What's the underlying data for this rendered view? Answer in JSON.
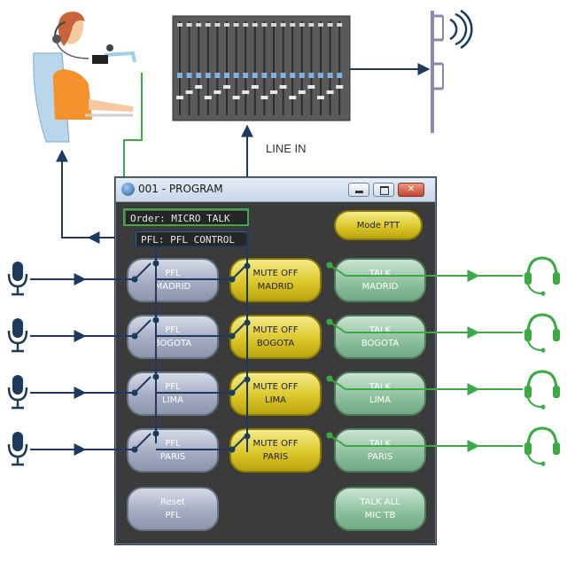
{
  "diagram": {
    "line_in_label": "LINE IN",
    "window": {
      "title": "001 - PROGRAM",
      "close_glyph": "✕",
      "order_text": "Order: MICRO TALK",
      "pfl_text": "PFL: PFL CONTROL",
      "mode_button": "Mode PTT",
      "channels": [
        {
          "pfl": [
            "PFL",
            "MADRID"
          ],
          "mute": [
            "MUTE OFF",
            "MADRID"
          ],
          "talk": [
            "TALK",
            "MADRID"
          ]
        },
        {
          "pfl": [
            "PFL",
            "BOGOTA"
          ],
          "mute": [
            "MUTE OFF",
            "BOGOTA"
          ],
          "talk": [
            "TALK",
            "BOGOTA"
          ]
        },
        {
          "pfl": [
            "PFL",
            "LIMA"
          ],
          "mute": [
            "MUTE OFF",
            "LIMA"
          ],
          "talk": [
            "TALK",
            "LIMA"
          ]
        },
        {
          "pfl": [
            "PFL",
            "PARIS"
          ],
          "mute": [
            "MUTE OFF",
            "PARIS"
          ],
          "talk": [
            "TALK",
            "PARIS"
          ]
        }
      ],
      "reset_button": [
        "Reset",
        "PFL"
      ],
      "talk_all_button": [
        "TALK ALL",
        "MIC TB"
      ]
    },
    "colors": {
      "navy_line": "#1f3a5f",
      "green_line": "#3daa47"
    },
    "icons": [
      "operator-figure",
      "mixing-console",
      "antenna-tower",
      "microphone-icon",
      "headset-icon"
    ]
  }
}
